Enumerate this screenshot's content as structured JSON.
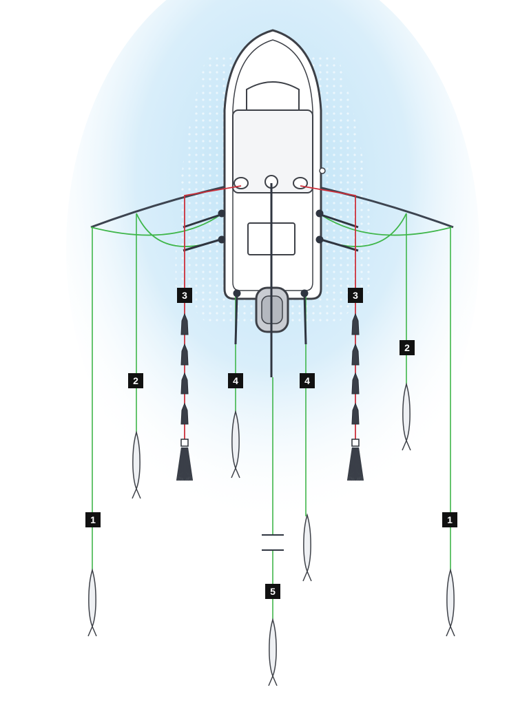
{
  "colors": {
    "water_glow": "#bfe3f7",
    "water_glow_edge": "#e9f5fc",
    "hull_outline": "#3d4047",
    "hull_fill": "#ffffff",
    "hull_panel": "#f4f5f7",
    "outrigger_pole": "#3d4450",
    "green_line": "#3fb64a",
    "red_line": "#cc2f3a",
    "dark_line": "#2f3540",
    "lure_skirt": "#3a3f48",
    "baitfish_fill": "#eef0f3",
    "marker_bg": "#111111",
    "marker_text": "#ffffff"
  },
  "markers": [
    {
      "id": "m1-left",
      "label": "1"
    },
    {
      "id": "m1-right",
      "label": "1"
    },
    {
      "id": "m2-left",
      "label": "2"
    },
    {
      "id": "m2-right",
      "label": "2"
    },
    {
      "id": "m3-left",
      "label": "3"
    },
    {
      "id": "m3-right",
      "label": "3"
    },
    {
      "id": "m4-left",
      "label": "4"
    },
    {
      "id": "m4-right",
      "label": "4"
    },
    {
      "id": "m5-center",
      "label": "5"
    }
  ]
}
